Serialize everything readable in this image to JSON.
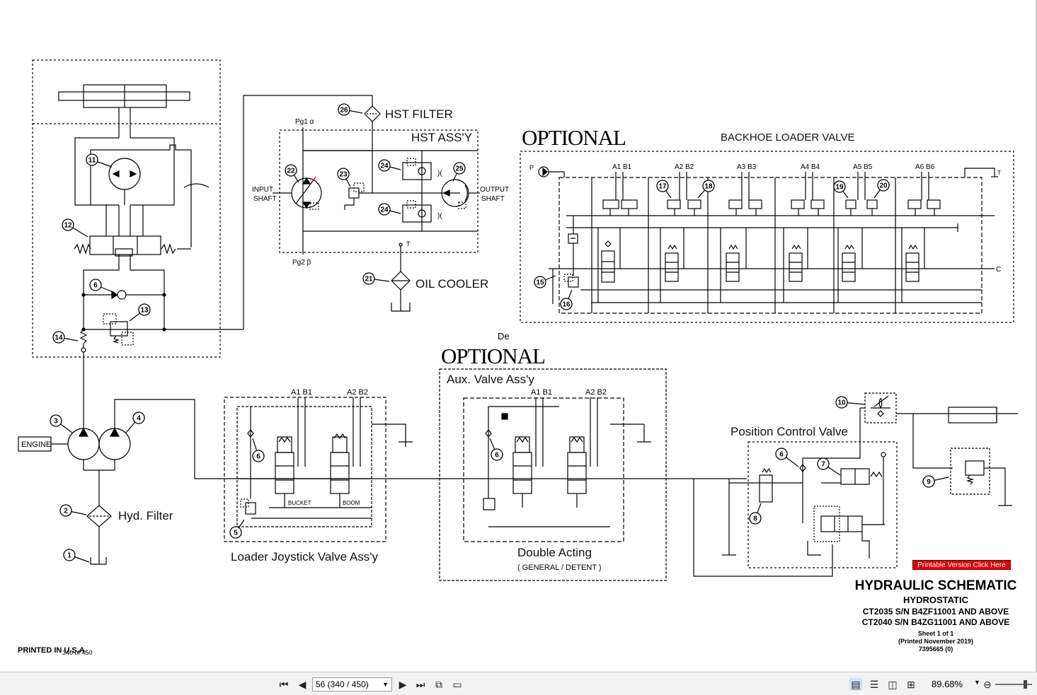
{
  "diagram": {
    "optional_top": "OPTIONAL",
    "optional_mid": "OPTIONAL",
    "hst_filter": "HST FILTER",
    "hst_assy": "HST ASS'Y",
    "pg1": "Pg1 α",
    "pg2": "Pg2 β",
    "input_shaft_1": "INPUT",
    "input_shaft_2": "SHAFT",
    "output_shaft_1": "OUTPUT",
    "output_shaft_2": "SHAFT",
    "oil_cooler": "OIL COOLER",
    "t_label": "T",
    "backhoe_loader_valve": "BACKHOE LOADER VALVE",
    "p_label": "P",
    "c_label": "C",
    "t_label_right": "T",
    "ports_backhoe": [
      "A1 B1",
      "A2 B2",
      "A3 B3",
      "A4 B4",
      "A5 B5",
      "A6 B6"
    ],
    "engine": "ENGINE",
    "hyd_filter": "Hyd. Filter",
    "a1b1": "A1 B1",
    "a2b2": "A2 B2",
    "bucket": "BUCKET",
    "boom": "BOOM",
    "loader_joystick": "Loader Joystick Valve Ass'y",
    "aux_valve": "Aux. Valve Ass'y",
    "aux_a1b1": "A1 B1",
    "aux_a2b2": "A2 B2",
    "double_acting": "Double Acting",
    "general_detent": "( GENERAL / DETENT )",
    "de_fragment": "De",
    "position_control_valve": "Position Control Valve",
    "printed_usa": "PRINTED IN U.S.A.",
    "page_of": "340 of 450",
    "callouts": [
      "1",
      "2",
      "3",
      "4",
      "5",
      "6",
      "6",
      "6",
      "6",
      "7",
      "8",
      "9",
      "10",
      "11",
      "12",
      "13",
      "14",
      "15",
      "16",
      "17",
      "18",
      "19",
      "20",
      "21",
      "22",
      "23",
      "24",
      "24",
      "25",
      "26"
    ]
  },
  "title_block": {
    "title": "HYDRAULIC SCHEMATIC",
    "subtitle": "HYDROSTATIC",
    "model_1": "CT2035 S/N B4ZF11001 AND ABOVE",
    "model_2": "CT2040 S/N B4ZG11001 AND ABOVE",
    "sheet": "Sheet 1 of 1",
    "printed": "(Printed November 2019)",
    "doc_number": "7395665 (0)"
  },
  "printable_button": "Printable Version Click Here",
  "toolbar": {
    "page_value": "56 (340 / 450)",
    "zoom": "89.68%",
    "icons": [
      "first-page-icon",
      "previous-page-icon",
      "next-page-icon",
      "last-page-icon",
      "fit-page-icon",
      "fit-width-icon",
      "single-page-icon",
      "continuous-icon",
      "two-page-icon",
      "two-page-continuous-icon",
      "zoom-out-icon"
    ]
  }
}
